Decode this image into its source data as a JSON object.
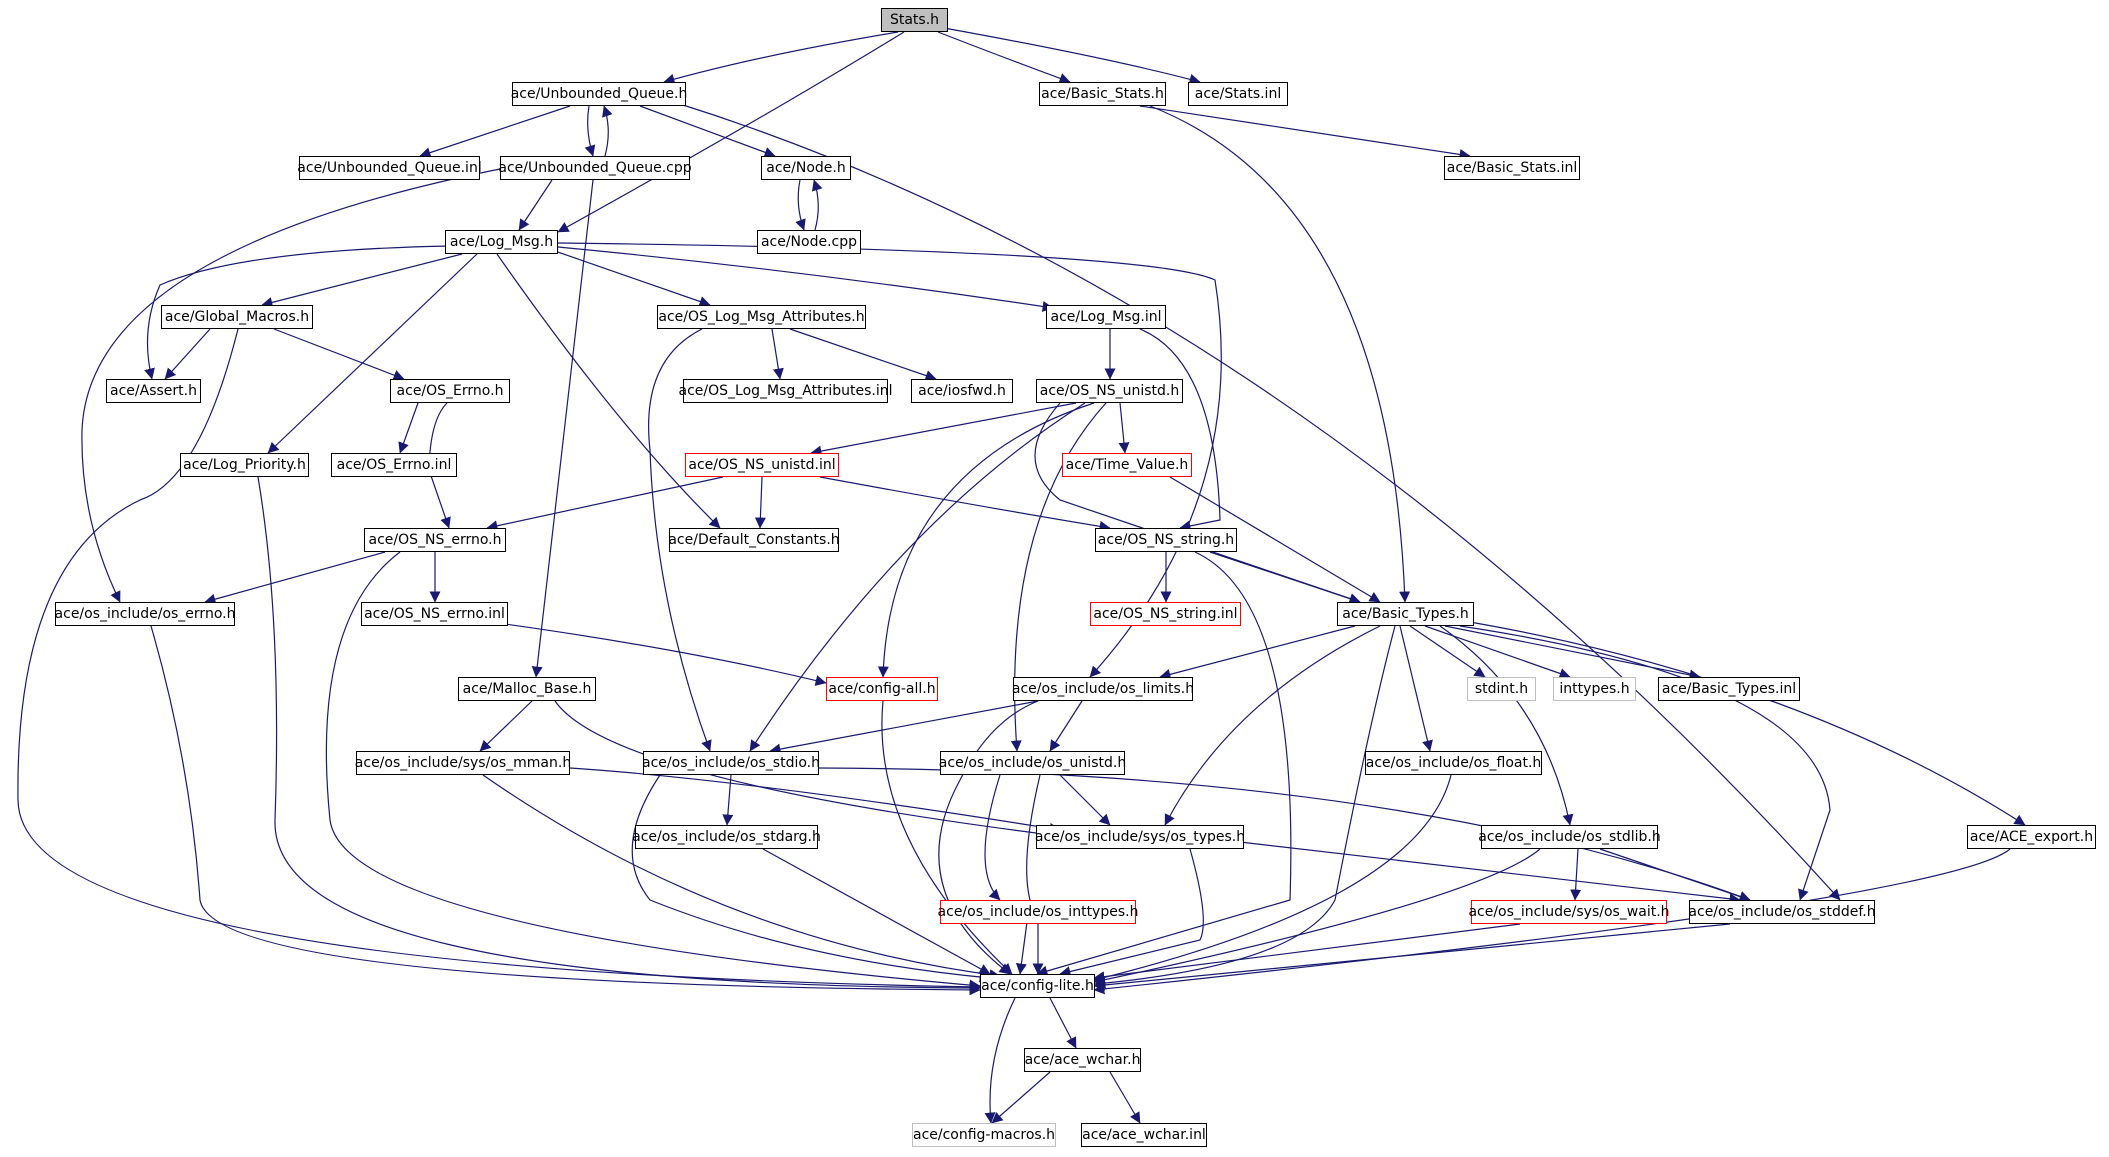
{
  "colors": {
    "edge": "#191970",
    "border": "#000000",
    "incomplete_border": "#ff0000",
    "external_border": "#bfbfbf",
    "root_fill": "#bfbfbf"
  },
  "nodes": {
    "stats_h": "Stats.h",
    "unbounded_queue_h": "ace/Unbounded_Queue.h",
    "basic_stats_h": "ace/Basic_Stats.h",
    "stats_inl": "ace/Stats.inl",
    "unbounded_queue_inl": "ace/Unbounded_Queue.inl",
    "unbounded_queue_cpp": "ace/Unbounded_Queue.cpp",
    "node_h": "ace/Node.h",
    "basic_stats_inl": "ace/Basic_Stats.inl",
    "node_cpp": "ace/Node.cpp",
    "log_msg_h": "ace/Log_Msg.h",
    "global_macros_h": "ace/Global_Macros.h",
    "os_log_msg_attributes_h": "ace/OS_Log_Msg_Attributes.h",
    "log_msg_inl": "ace/Log_Msg.inl",
    "assert_h": "ace/Assert.h",
    "os_errno_h": "ace/OS_Errno.h",
    "os_log_msg_attributes_inl": "ace/OS_Log_Msg_Attributes.inl",
    "iosfwd_h": "ace/iosfwd.h",
    "os_ns_unistd_h": "ace/OS_NS_unistd.h",
    "log_priority_h": "ace/Log_Priority.h",
    "os_errno_inl": "ace/OS_Errno.inl",
    "os_ns_unistd_inl": "ace/OS_NS_unistd.inl",
    "time_value_h": "ace/Time_Value.h",
    "os_ns_errno_h": "ace/OS_NS_errno.h",
    "default_constants_h": "ace/Default_Constants.h",
    "os_ns_string_h": "ace/OS_NS_string.h",
    "os_include_os_errno_h": "ace/os_include/os_errno.h",
    "os_ns_errno_inl": "ace/OS_NS_errno.inl",
    "os_ns_string_inl": "ace/OS_NS_string.inl",
    "basic_types_h": "ace/Basic_Types.h",
    "malloc_base_h": "ace/Malloc_Base.h",
    "config_all_h": "ace/config-all.h",
    "os_include_os_limits_h": "ace/os_include/os_limits.h",
    "stdint_h": "stdint.h",
    "inttypes_h": "inttypes.h",
    "basic_types_inl": "ace/Basic_Types.inl",
    "os_include_sys_os_mman_h": "ace/os_include/sys/os_mman.h",
    "os_include_os_stdio_h": "ace/os_include/os_stdio.h",
    "os_include_os_unistd_h": "ace/os_include/os_unistd.h",
    "os_include_os_float_h": "ace/os_include/os_float.h",
    "os_include_os_stdarg_h": "ace/os_include/os_stdarg.h",
    "os_include_sys_os_types_h": "ace/os_include/sys/os_types.h",
    "os_include_os_stdlib_h": "ace/os_include/os_stdlib.h",
    "ace_export_h": "ace/ACE_export.h",
    "os_include_os_inttypes_h": "ace/os_include/os_inttypes.h",
    "os_include_sys_os_wait_h": "ace/os_include/sys/os_wait.h",
    "os_include_os_stddef_h": "ace/os_include/os_stddef.h",
    "config_lite_h": "ace/config-lite.h",
    "ace_wchar_h": "ace/ace_wchar.h",
    "config_macros_h": "ace/config-macros.h",
    "ace_wchar_inl": "ace/ace_wchar.inl"
  }
}
